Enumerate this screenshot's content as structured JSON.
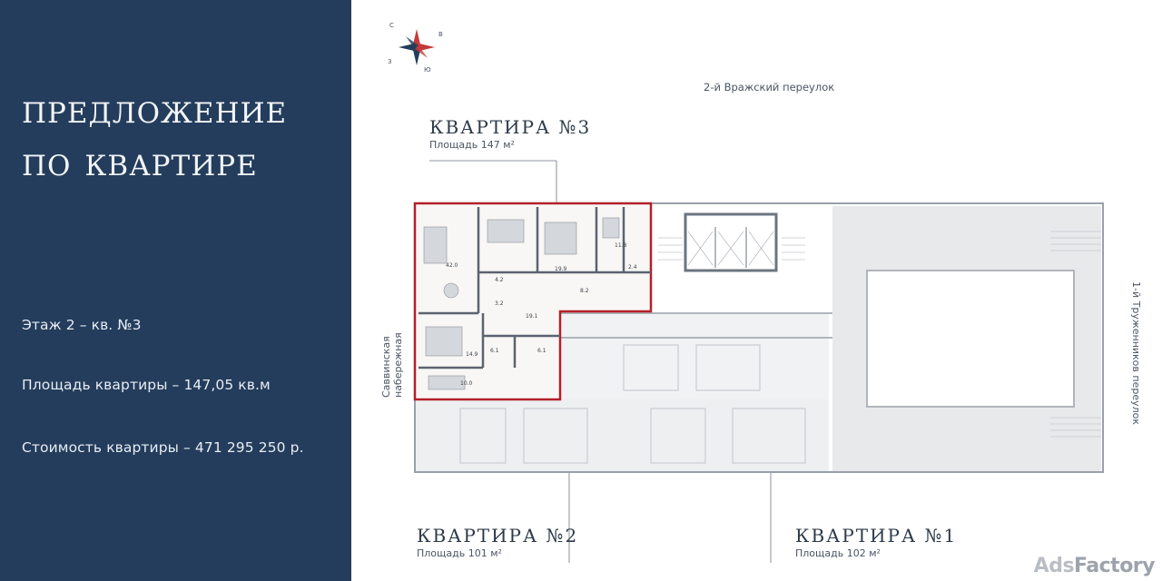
{
  "headline": {
    "line1": "Предложение",
    "line2": "по квартире"
  },
  "info": {
    "floor": "Этаж 2 – кв. №3",
    "area": "Площадь квартиры – 147,05 кв.м",
    "price": "Стоимость квартиры –  471 295 250 р."
  },
  "compass": {
    "n": "С",
    "e": "В",
    "s": "Ю",
    "w": "З"
  },
  "streets": {
    "top": "2-й Вражский переулок",
    "left": "Саввинская набережная",
    "right": "1-й Труженников переулок"
  },
  "apartments": {
    "apt3": {
      "title": "КВАРТИРА №3",
      "area": "Площадь 147 м²"
    },
    "apt2": {
      "title": "КВАРТИРА №2",
      "area": "Площадь 101 м²"
    },
    "apt1": {
      "title": "КВАРТИРА №1",
      "area": "Площадь 102 м²"
    }
  },
  "rooms": {
    "r1": "42.0",
    "r2": "4.2",
    "r3": "3.2",
    "r4": "19.1",
    "r5": "19.9",
    "r6": "8.2",
    "r7": "11.8",
    "r8": "2.4",
    "r9": "14.9",
    "r10": "6.1",
    "r11": "6.1",
    "r12": "10.0"
  },
  "colors": {
    "panel": "#243d5c",
    "highlight": "#b3202a"
  },
  "watermark": {
    "part1": "Ads",
    "part2": "Factory"
  }
}
